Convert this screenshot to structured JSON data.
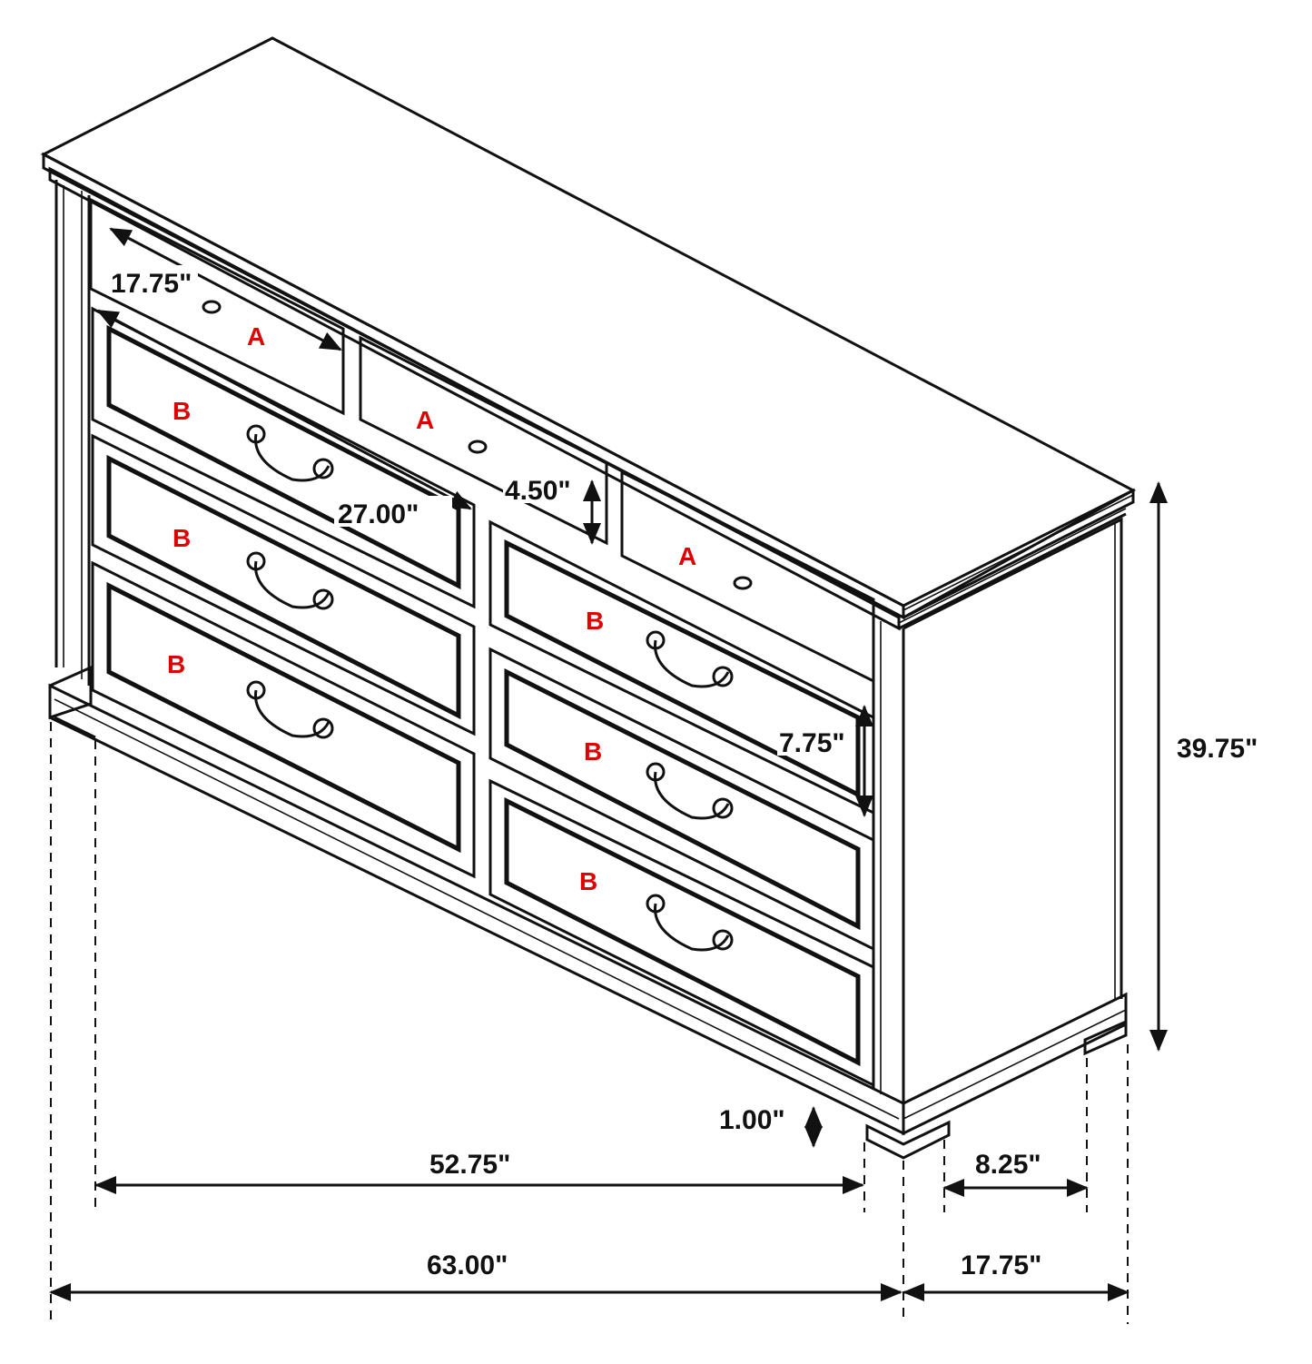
{
  "diagram": {
    "subject": "Dresser dimension drawing",
    "colors": {
      "line": "#111111",
      "drawer_label": "#e00000",
      "background": "#ffffff"
    },
    "drawer_labels": [
      {
        "id": "top-left",
        "label": "A"
      },
      {
        "id": "top-middle",
        "label": "A"
      },
      {
        "id": "top-right",
        "label": "A"
      },
      {
        "id": "left-1",
        "label": "B"
      },
      {
        "id": "left-2",
        "label": "B"
      },
      {
        "id": "left-3",
        "label": "B"
      },
      {
        "id": "right-1",
        "label": "B"
      },
      {
        "id": "right-2",
        "label": "B"
      },
      {
        "id": "right-3",
        "label": "B"
      }
    ],
    "dimensions": {
      "drawer_a_width": "17.75\"",
      "drawer_b_width": "27.00\"",
      "drawer_a_height": "4.50\"",
      "drawer_b_height": "7.75\"",
      "overall_height": "39.75\"",
      "leg_height": "1.00\"",
      "inner_width": "52.75\"",
      "inner_depth": "8.25\"",
      "overall_width": "63.00\"",
      "overall_depth": "17.75\""
    }
  }
}
